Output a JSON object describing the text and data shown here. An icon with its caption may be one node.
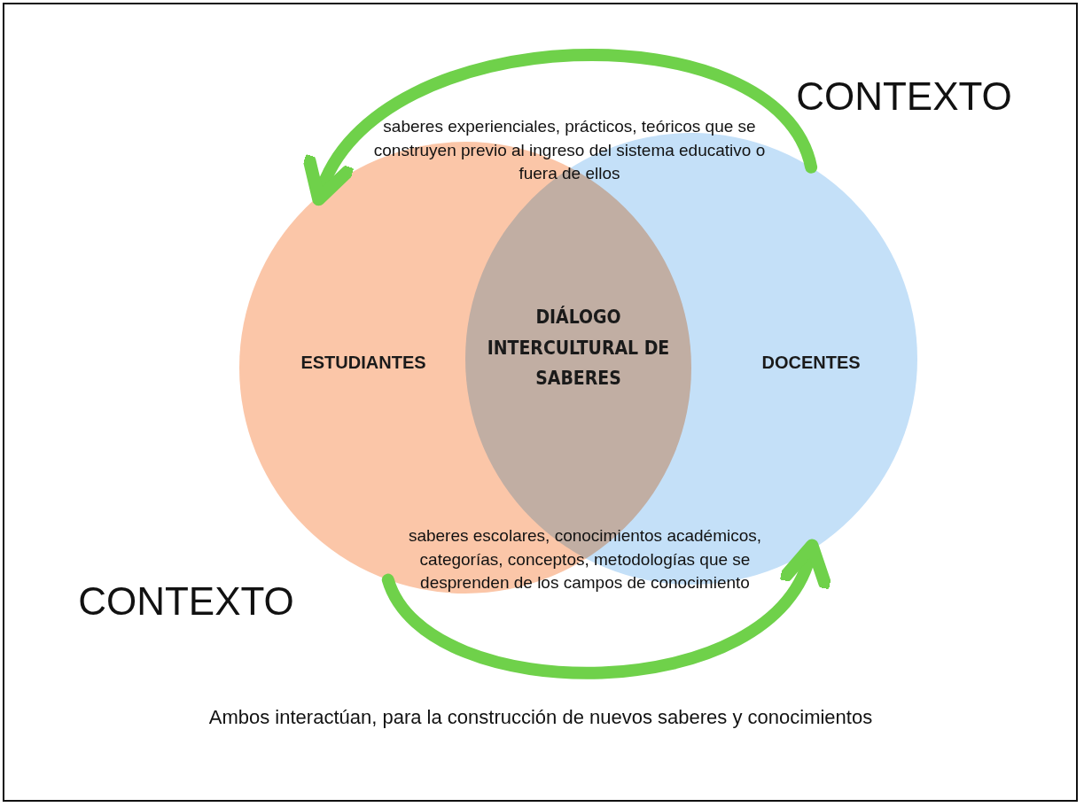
{
  "diagram": {
    "nodes": [
      {
        "text": [
          "ESTUDIANTES"
        ]
      },
      {
        "text": [
          "DOCENTES"
        ]
      },
      {
        "text": [
          "DIÁLOGO INTERCULTURAL DE SABERES"
        ]
      }
    ],
    "edges": [
      {
        "from": 1,
        "to": 0,
        "arrow": "to"
      },
      {
        "from": 0,
        "to": 1,
        "arrow": "to"
      }
    ],
    "labels": [
      "CONTEXTO",
      "saberes experienciales, prácticos, teóricos que se construyen previo al ingreso del sistema educativo o fuera de ellos",
      "saberes escolares, conocimientos académicos, categorías, conceptos, metodologías que se desprenden de los campos de conocimiento",
      "CONTEXTO",
      "Ambos interactúan, para la construcción de nuevos saberes y conocimientos"
    ]
  }
}
